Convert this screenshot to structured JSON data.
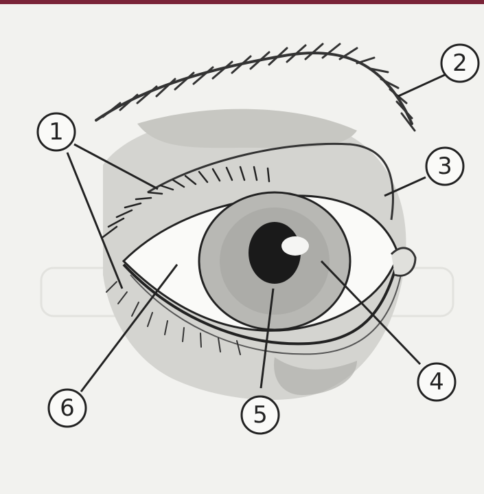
{
  "callouts": [
    {
      "id": "1",
      "label": "1"
    },
    {
      "id": "2",
      "label": "2"
    },
    {
      "id": "3",
      "label": "3"
    },
    {
      "id": "4",
      "label": "4"
    },
    {
      "id": "5",
      "label": "5"
    },
    {
      "id": "6",
      "label": "6"
    }
  ],
  "colors": {
    "top_bar": "#7a2438",
    "paper": "#f2f2ef",
    "ink": "#222222",
    "iris": "#b8b8b4",
    "shadow": "#c9c9c5"
  }
}
